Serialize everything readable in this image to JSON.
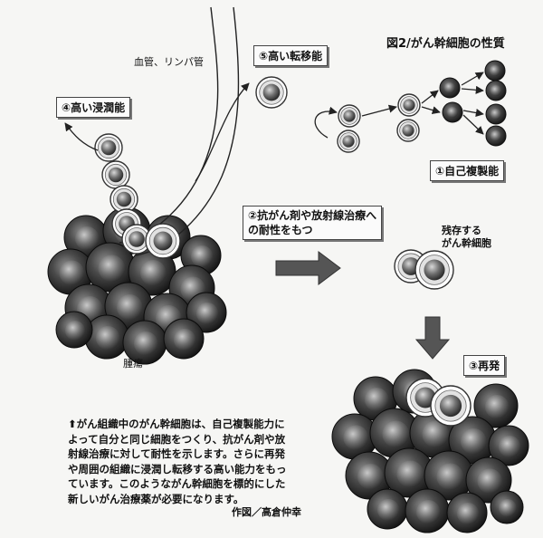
{
  "figure_title": "図2/がん幹細胞の性質",
  "labels": {
    "vessel": "血管、リンパ管",
    "invasion": "④高い浸潤能",
    "metastasis": "⑤高い転移能",
    "self_renewal": "①自己複製能",
    "resistance_line1": "②抗がん剤や放射線治療へ",
    "resistance_line2": "の耐性をもつ",
    "residual_line1": "残存する",
    "residual_line2": "がん幹細胞",
    "relapse": "③再発",
    "tumor": "腫瘍"
  },
  "caption_lines": [
    "⬆がん組織中のがん幹細胞は、自己複製能力に",
    "よって自分と同じ細胞をつくり、抗がん剤や放",
    "射線治療に対して耐性を示します。さらに再発",
    "や周囲の組織に浸潤し転移する高い能力をもっ",
    "ています。このようながん幹細胞を標的にした",
    "新しいがん治療薬が必要になります。"
  ],
  "credit": "作図／高倉仲幸"
}
